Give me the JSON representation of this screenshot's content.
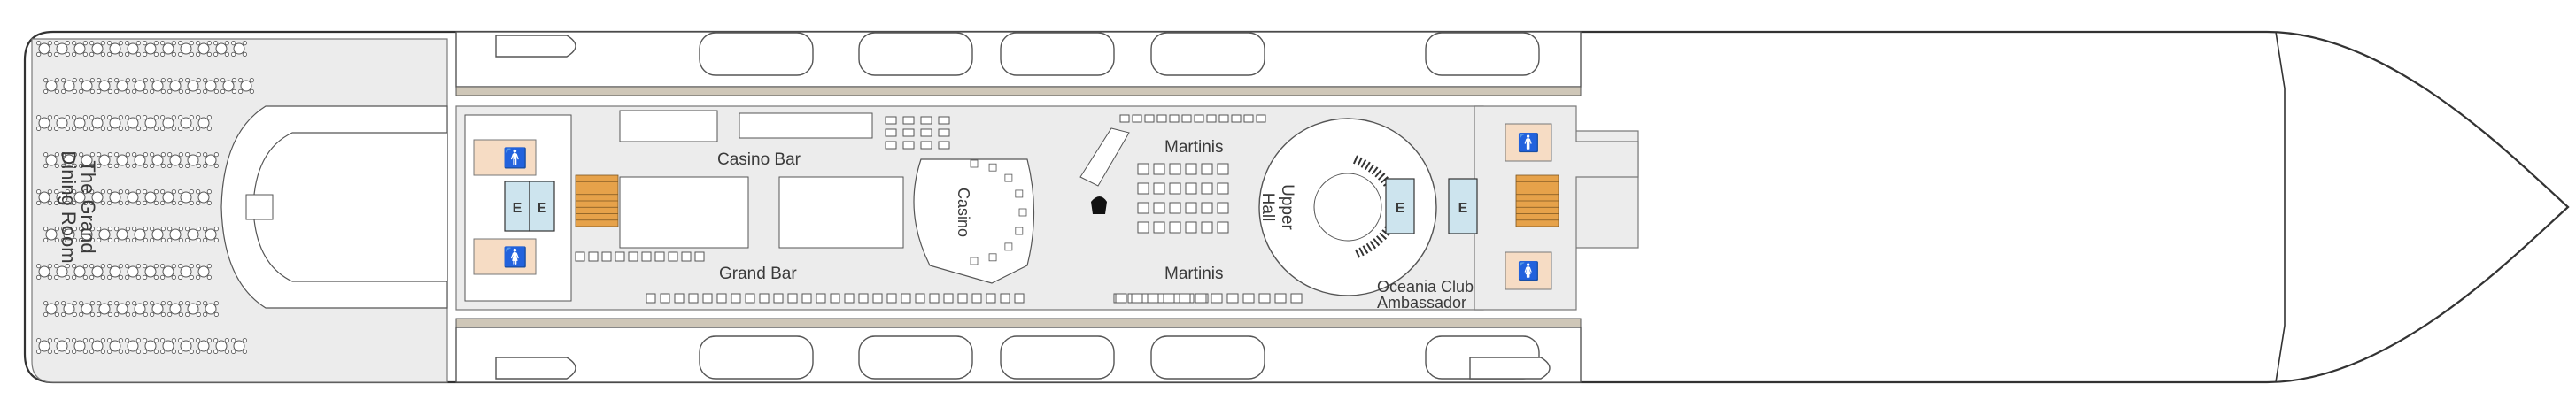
{
  "labels": {
    "dining_room_line1": "The Grand",
    "dining_room_line2": "Dining Room",
    "casino_bar": "Casino Bar",
    "grand_bar": "Grand Bar",
    "casino": "Casino",
    "martinis_top": "Martinis",
    "martinis_bottom": "Martinis",
    "upper_hall_line1": "Upper",
    "upper_hall_line2": "Hall",
    "oceania_club": "Oceania Club",
    "ambassador": "Ambassador",
    "elevator_mark": "E"
  },
  "icons": [
    "elevator-icon",
    "restroom-icon",
    "stairs-icon",
    "lifeboat-icon",
    "piano-icon",
    "dining-table-icon",
    "slot-machine-icon"
  ],
  "colors": {
    "hull_outline": "#555555",
    "interior_floor": "#ececec",
    "elevator": "#cde4ee",
    "restroom": "#f6dcc4",
    "stairs": "#e6a24a"
  }
}
